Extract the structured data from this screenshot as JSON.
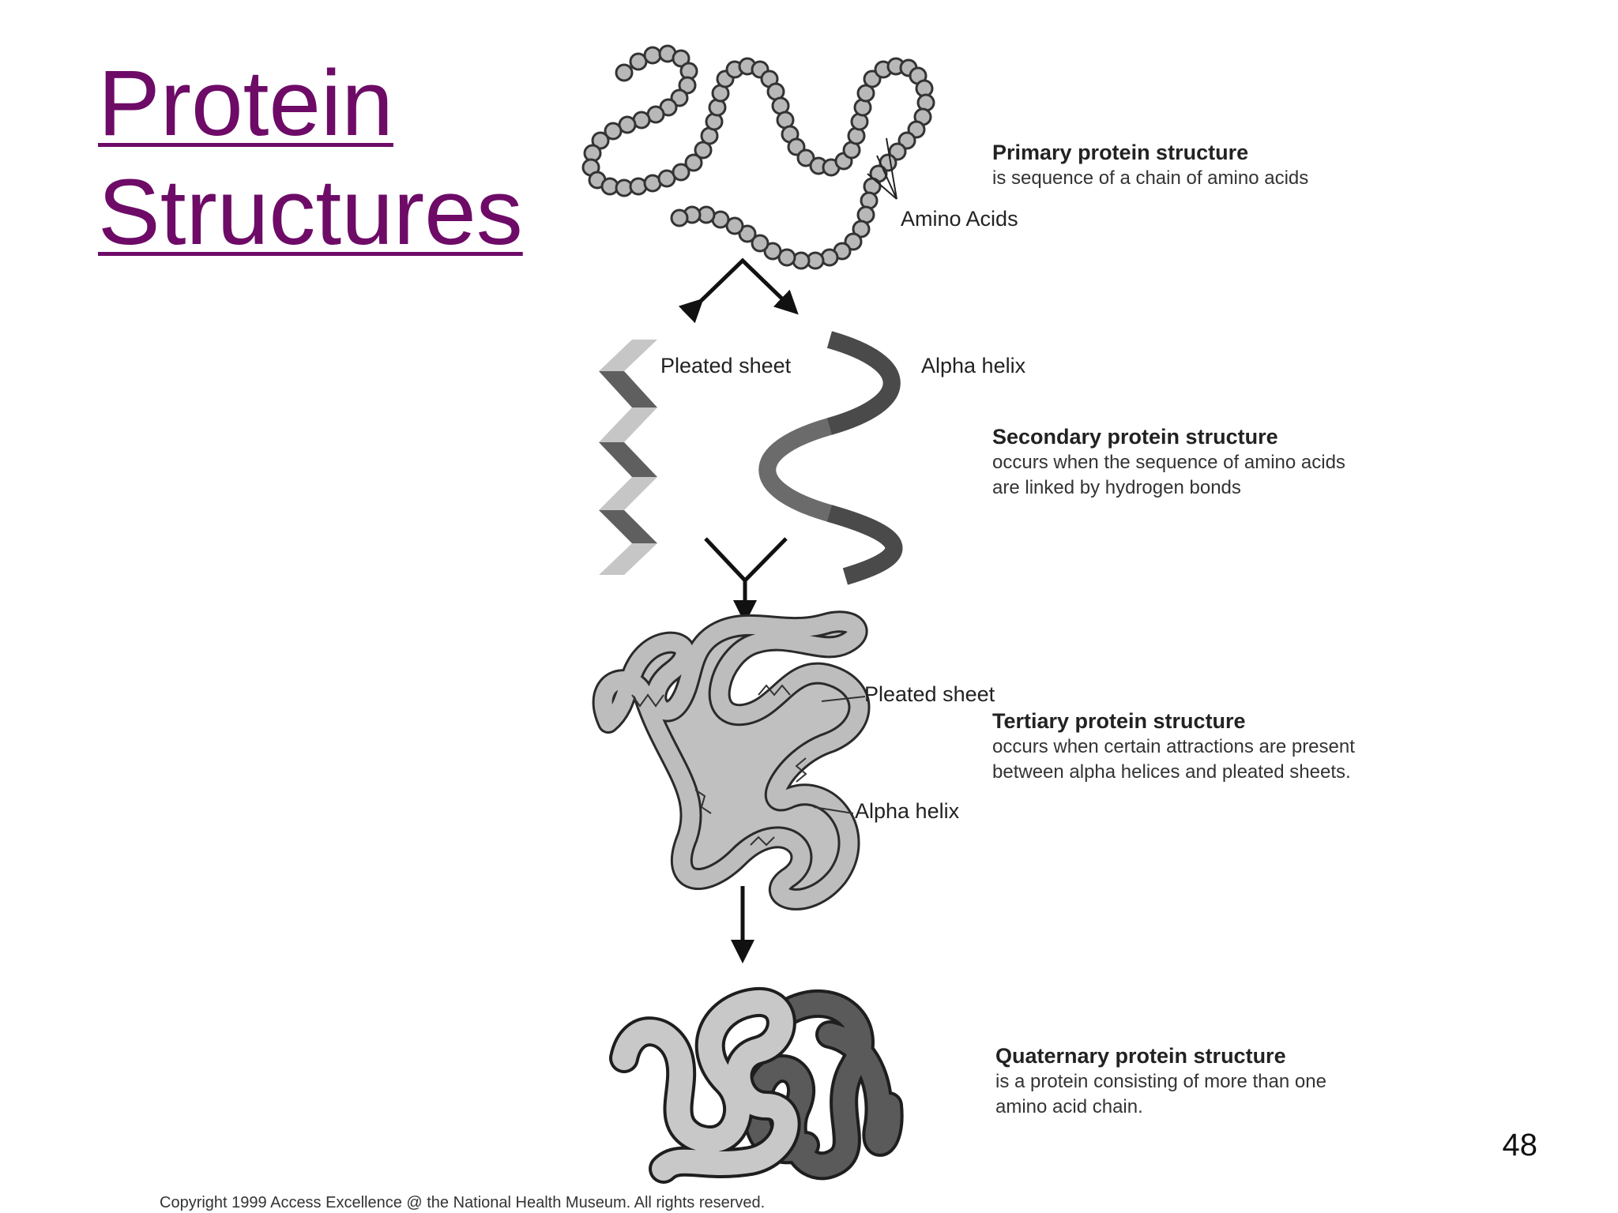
{
  "slide": {
    "title_line1": "Protein",
    "title_line2": "Structures",
    "page_number": "48",
    "copyright": "Copyright 1999 Access Excellence @ the National Health Museum. All rights reserved."
  },
  "primary": {
    "heading": "Primary protein structure",
    "text": "is sequence of a chain of amino acids",
    "label_amino": "Amino Acids"
  },
  "secondary": {
    "label_sheet": "Pleated sheet",
    "label_helix": "Alpha helix",
    "heading": "Secondary protein structure",
    "line1": "occurs when the sequence of amino acids",
    "line2": "are linked by hydrogen bonds"
  },
  "tertiary": {
    "label_sheet": "Pleated sheet",
    "label_helix": "Alpha helix",
    "heading": "Tertiary protein structure",
    "line1": "occurs when certain attractions are present",
    "line2": "between alpha helices and pleated sheets."
  },
  "quaternary": {
    "heading": "Quaternary protein structure",
    "line1": "is a protein consisting of more than one",
    "line2": "amino acid chain."
  },
  "colors": {
    "title": "#6d0b67",
    "chain_fill": "#b8b8b8",
    "dark_gray": "#606060",
    "light_gray": "#c4c4c4"
  }
}
